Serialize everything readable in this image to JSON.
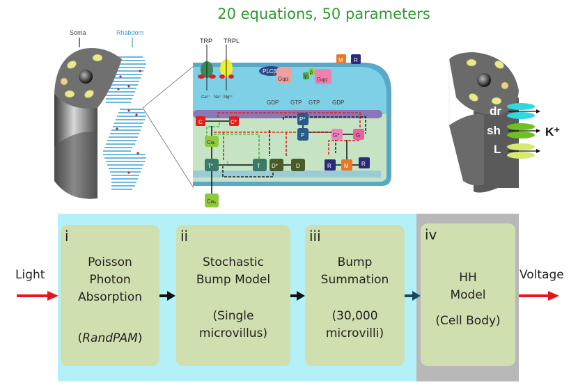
{
  "title": "20 equations, 50 parameters",
  "left_cell": {
    "labels": [
      "Soma",
      "Rhabdom"
    ]
  },
  "microvillus": {
    "channels": [
      "TRP",
      "TRPL"
    ],
    "ions": [
      "Ca²⁺",
      "Na⁺",
      "Mg²⁺"
    ],
    "proteins": {
      "plc": "PLCβ",
      "gq1": "Gqα",
      "gq2": "Gqα",
      "gamma": "γ",
      "beta": "β",
      "m_top": "M",
      "r_top": "R"
    },
    "nucleotides": [
      "GDP",
      "GTP",
      "GTP",
      "GDP"
    ],
    "nodes": {
      "c": "C",
      "cstar": "C*",
      "cai": "Caᵢ",
      "tstar": "T*",
      "t": "T",
      "dstar": "D*",
      "d": "D",
      "pstar": "P*",
      "p": "P",
      "gstar": "G*",
      "g": "G",
      "r1": "R",
      "m": "M",
      "r2": "R",
      "cao": "Caₒ"
    }
  },
  "right_cell": {
    "channels": [
      "dr",
      "sh",
      "L"
    ],
    "ion": "K⁺"
  },
  "pipeline": {
    "input_label": "Light",
    "output_label": "Voltage",
    "stages": [
      {
        "num": "i",
        "name": "Poisson\nPhoton\nAbsorption",
        "sub_prefix": "(",
        "sub_italic": "RandPAM",
        "sub_suffix": ")"
      },
      {
        "num": "ii",
        "name": "Stochastic\nBump Model",
        "sub": "(Single\nmicrovillus)"
      },
      {
        "num": "iii",
        "name": "Bump\nSummation",
        "sub": "(30,000\nmicrovilli)"
      },
      {
        "num": "iv",
        "name": "HH\nModel",
        "sub": "(Cell Body)"
      }
    ]
  },
  "colors": {
    "title_green": "#2e9a2e",
    "panel_cyan": "#b3f0f8",
    "panel_gray": "#b8b8b8",
    "stage_fill": "#d0dfb0",
    "arrow_red": "#e8141e",
    "rhabdom_blue": "#3aa0d0"
  }
}
